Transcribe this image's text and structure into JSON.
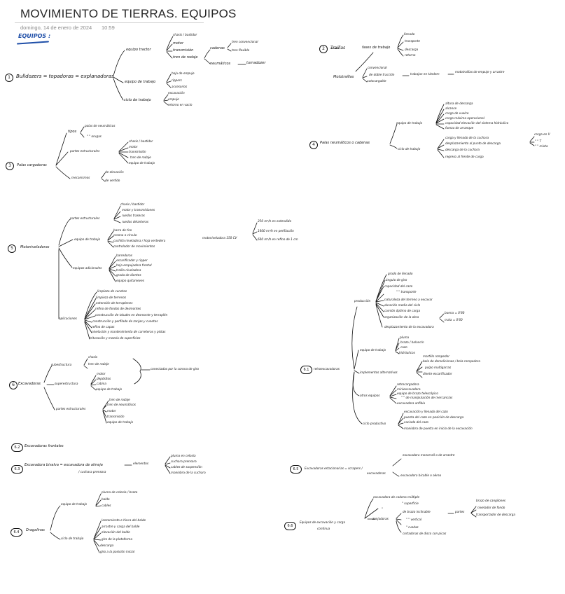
{
  "page": {
    "title": "MOVIMIENTO DE TIERRAS. EQUIPOS",
    "date": "domingo, 14 de enero de 2024",
    "time": "10:59",
    "heading": "EQUIPOS :"
  },
  "s1": {
    "num": "1",
    "root": "Bulldozers = topadoras = explanadoras",
    "a": "equipo tractor",
    "a_items": [
      "chasis / bastidor",
      "motor",
      "transmisión",
      "tren de rodaje"
    ],
    "cadenas": "cadenas",
    "cadenas_items": [
      "tren convencional",
      "tren flexible"
    ],
    "neumaticos": "neumáticos",
    "turnadozer": "turnadozer",
    "b": "equipo de trabajo",
    "b_items": [
      "hoja de empuje",
      "rippers",
      "accesorios"
    ],
    "c": "ciclo de trabajo",
    "c_items": [
      "excavación",
      "empuje",
      "retorno en vacío"
    ]
  },
  "s2": {
    "num": "2",
    "root": "Traíllas",
    "fases": "fases de trabajo",
    "fases_items": [
      "llenado",
      "transporte",
      "descarga",
      "retorno"
    ],
    "moto": "Mototraíllas",
    "moto_items": [
      "convencional",
      "de doble tracción",
      "autocargable"
    ],
    "tandem": "trabajan en tándem",
    "tandem_result": "mototraíllas de empuje y arrastre"
  },
  "s3": {
    "num": "3",
    "root": "Palas cargadoras",
    "tipos": "tipos",
    "tipos_items": [
      "palas de neumáticos",
      "\"    \"  orugas"
    ],
    "partes": "partes estructurales",
    "partes_items": [
      "chasis / bastidor",
      "motor",
      "transmisión",
      "tren de rodaje",
      "equipo de trabajo"
    ],
    "mec": "mecanismos",
    "mec_items": [
      "de elevación",
      "de vertido"
    ]
  },
  "s4": {
    "num": "4",
    "root": "Palas neumáticos o cadenas",
    "eq": "equipo de trabajo",
    "eq_items": [
      "altura de descarga",
      "alcance",
      "carga de vuelco",
      "carga máxima operacional",
      "capacidad elevación del sistema hidráulico",
      "fuerza de arranque"
    ],
    "ciclo": "ciclo de trabajo",
    "ciclo_items": [
      "carga y llenado de la cuchara",
      "desplazamiento al punto de descarga",
      "descarga de la cuchara",
      "regreso al frente de carga"
    ],
    "carga_items": [
      "carga en V",
      "\"     \" T",
      "\"     \" mixta"
    ]
  },
  "s5": {
    "num": "5",
    "root": "Motoniveladoras",
    "partes": "partes estructurales",
    "partes_items": [
      "chasis / bastidor",
      "motor y transmisiones",
      "ruedas traseras",
      "ruedas delanteras"
    ],
    "eq": "equipo de trabajo",
    "eq_items": [
      "barra de tiro",
      "corona o círculo",
      "cuchilla niveladora / hoja vertedera",
      "controlador de movimientos"
    ],
    "adic": "equipos adicionales",
    "adic_items": [
      "barredoras",
      "escarificador y ripper",
      "hoja empujadora frontal",
      "traílla niveladora",
      "grada de dientes",
      "equipo quitanieves"
    ],
    "apl": "aplicaciones",
    "apl_items": [
      "limpieza de cunetas",
      "limpieza de terrenos",
      "extensión de terraplenes",
      "refino de fondos de desmontes",
      "construcción de taludes en desmonte y terraplén",
      "construcción y perfilado de zanjas y cunetas",
      "refino de capas",
      "nivelación y mantenimiento de carreteras y pistas",
      "trituración y mezcla de superficies"
    ],
    "motor": "motoniveladora 150 CV",
    "motor_items": [
      "250 m³/h en extendido",
      "1600 m³/h en perfilación",
      "600 m³/h en refino de 1 cm"
    ]
  },
  "s6": {
    "num": "6",
    "root": "Excavadoras",
    "infra": "subestructura",
    "infra_items": [
      "chasis",
      "tren de rodaje"
    ],
    "super": "superestructura",
    "super_items": [
      "motor",
      "depósitos",
      "cabina",
      "equipo de trabajo"
    ],
    "conect": "conectadas por la corona de giro",
    "partes": "partes estructurales",
    "partes_items": [
      "tren de rodaje",
      "tren de neumáticos",
      "motor",
      "transmisión",
      "equipo de trabajo"
    ]
  },
  "s61": {
    "num": "6.1",
    "root": "retroexcavadoras",
    "prod": "producción",
    "prod_items": [
      "grado de llenado",
      "ángulo de giro",
      "capacidad del cazo",
      "\"       \" transporte",
      "naturaleza del terreno a excavar",
      "duración media del ciclo",
      "camión óptimo de carga",
      "organización de la obra",
      "desplazamiento de la excavadora"
    ],
    "org_items": [
      "buena = 0'80",
      "mala = 0'60"
    ],
    "eq": "equipo de trabajo",
    "eq_items": [
      "pluma",
      "brazo / balancín",
      "cazo",
      "hidráulicos"
    ],
    "impl": "implementos alternativos",
    "impl_items": [
      "martillo rompedor",
      "bola de demoliciones / bola rompedora",
      "pulpo multigarras",
      "diente escarificador"
    ],
    "otros": "otros equipos",
    "otros_items": [
      "retrocargadora",
      "miniexcavadora",
      "equipo de brazo telescópico",
      "\"  \" de manipulación de mercancías",
      "excavadora anfibia"
    ],
    "ciclo": "ciclo productivo",
    "ciclo_items": [
      "excavación y llenado del cazo",
      "puesta del cazo en posición de descarga",
      "vaciado del cazo",
      "maniobra de puesta en inicio de la excavación"
    ]
  },
  "s62": {
    "num": "6.2",
    "root": "Excavadoras frontales"
  },
  "s63": {
    "num": "6.3",
    "root": "Excavadora bivalva = excavadora de almeja",
    "root2": "/ cuchara prensora",
    "elem": "elementos",
    "elem_items": [
      "pluma en celosía",
      "cuchara prensora",
      "cables de suspensión",
      "maniobra de la cuchara"
    ]
  },
  "s64": {
    "num": "6.4",
    "root": "Dragalinas",
    "eq": "equipo de trabajo",
    "eq_items": [
      "pluma de celosía / brazo",
      "balde",
      "cables"
    ],
    "ciclo": "ciclo de trabajo",
    "ciclo_items": [
      "lanzamiento e hinca del balde",
      "arrastre y carga del balde",
      "elevación del balde",
      "giro de la plataforma",
      "descarga",
      "giro a la posición inicial"
    ]
  },
  "s65": {
    "num": "6.5",
    "root": "Excavadoras estacionarias = scrapers /",
    "root2": "excavadoras",
    "items": [
      "excavadora monorraíl o de arrastre",
      "excavadora bicable o aérea"
    ]
  },
  "s66": {
    "num": "6.6",
    "root": "Equipos de excavación y carga",
    "root2": "continua",
    "zanj": "zanjadoras",
    "top_items": [
      "excavadora de cadena múltiple",
      "\"        superficie"
    ],
    "quote": "\"",
    "zanj_items": [
      "de brazo inclinable",
      "\"    \"    vertical",
      "\"   ruedas",
      "cortadoras de disco con picas"
    ],
    "partes": "partes",
    "partes_items": [
      "brazo de cangilones",
      "nivelador de fondo",
      "transportador de descarga"
    ]
  }
}
